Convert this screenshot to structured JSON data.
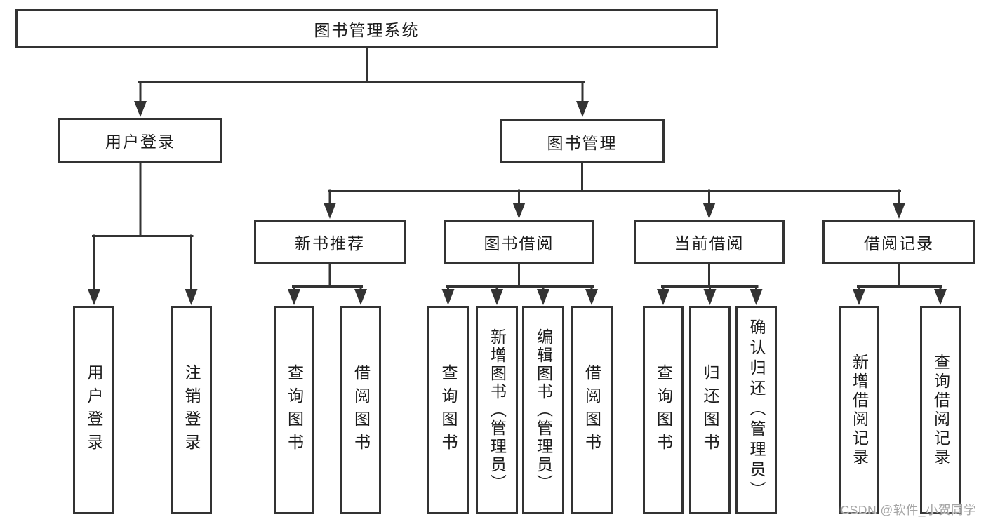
{
  "tree": {
    "root": "图书管理系统",
    "user": {
      "label": "用户登录",
      "children": [
        "用户登录",
        "注销登录"
      ]
    },
    "mgmt": {
      "label": "图书管理",
      "groups": {
        "newbook": {
          "label": "新书推荐",
          "children": [
            "查询图书",
            "借阅图书"
          ]
        },
        "borrow": {
          "label": "图书借阅",
          "children": [
            "查询图书",
            "新增图书（管理员）",
            "编辑图书（管理员）",
            "借阅图书"
          ]
        },
        "current": {
          "label": "当前借阅",
          "children": [
            "查询图书",
            "归还图书",
            "确认归还（管理员）"
          ]
        },
        "records": {
          "label": "借阅记录",
          "children": [
            "新增借阅记录",
            "查询借阅记录"
          ]
        }
      }
    }
  },
  "watermark": "CSDN @软件_小贺同学",
  "colors": {
    "line": "#333333",
    "text": "#1c1c1c",
    "watermark": "#a5a5a5",
    "background": "#ffffff"
  }
}
